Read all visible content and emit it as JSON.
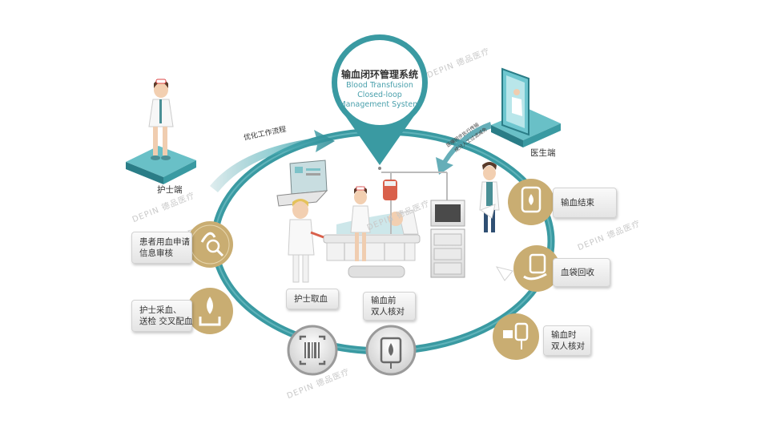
{
  "title": {
    "zh": "输血闭环管理系统",
    "en": [
      "Blood Transfusion",
      "Closed-loop",
      "Management System"
    ]
  },
  "flow_labels": {
    "optimize": "优化工作流程",
    "doctor_side_1": "医嘱同步执行传输",
    "doctor_side_2": "成分人工过滤减免"
  },
  "terminals": {
    "nurse": "护士端",
    "doctor": "医生端"
  },
  "steps": {
    "review": [
      "患者用血申请",
      "信息审核"
    ],
    "collect": [
      "护士采血、",
      "送检 交叉配血"
    ],
    "take_blood": "护士取血",
    "pre_check": [
      "输血前",
      "双人核对"
    ],
    "during_check": [
      "输血时",
      "双人核对"
    ],
    "bag_recycle": "血袋回收",
    "end": "输血结束"
  },
  "watermark": {
    "brand": "DEPIN",
    "zh": "德品医疗"
  },
  "colors": {
    "teal": "#3a9aa2",
    "teal_dark": "#2a7d87",
    "gold": "#c9ad72",
    "grey_circle": "#8a8a8a"
  }
}
